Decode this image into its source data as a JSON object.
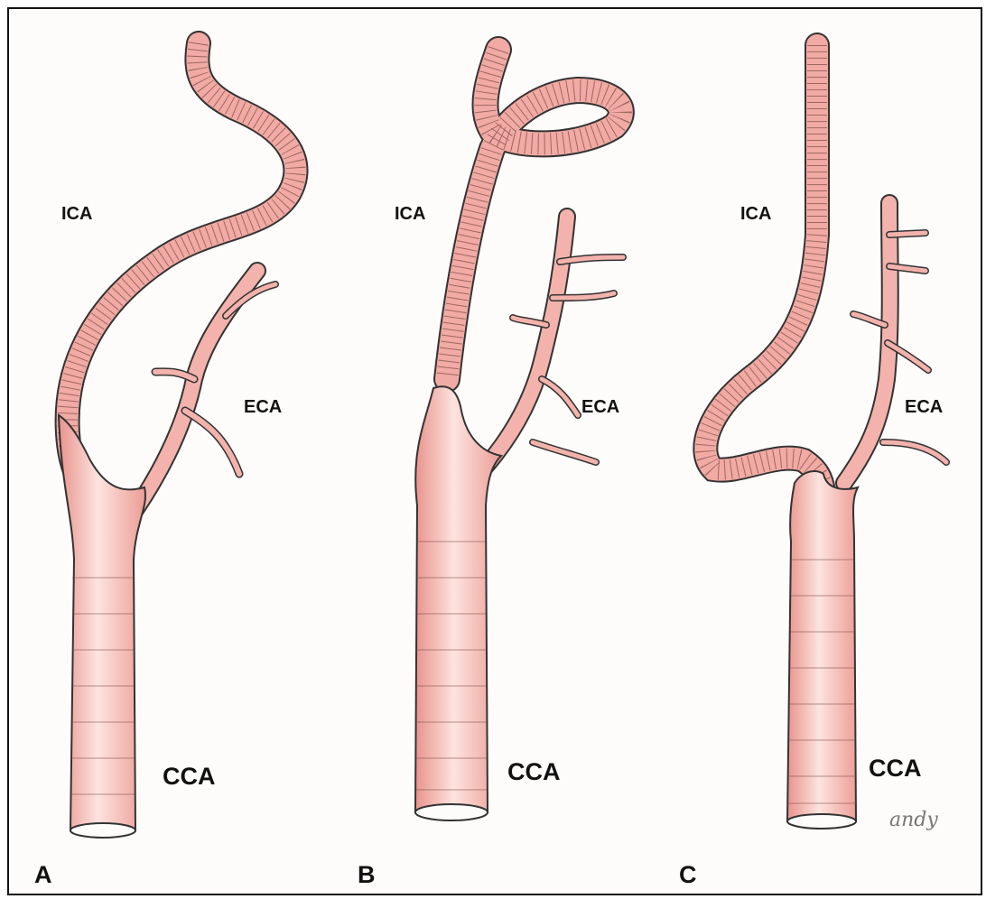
{
  "colors": {
    "vessel": "#f2aaa4",
    "vessel_light": "#fde3df",
    "outline": "#333333",
    "ring": "#7a4a45"
  },
  "panels": [
    {
      "letter": "A",
      "ica": "ICA",
      "eca": "ECA",
      "cca": "CCA"
    },
    {
      "letter": "B",
      "ica": "ICA",
      "eca": "ECA",
      "cca": "CCA"
    },
    {
      "letter": "C",
      "ica": "ICA",
      "eca": "ECA",
      "cca": "CCA"
    }
  ],
  "signature": "andy"
}
